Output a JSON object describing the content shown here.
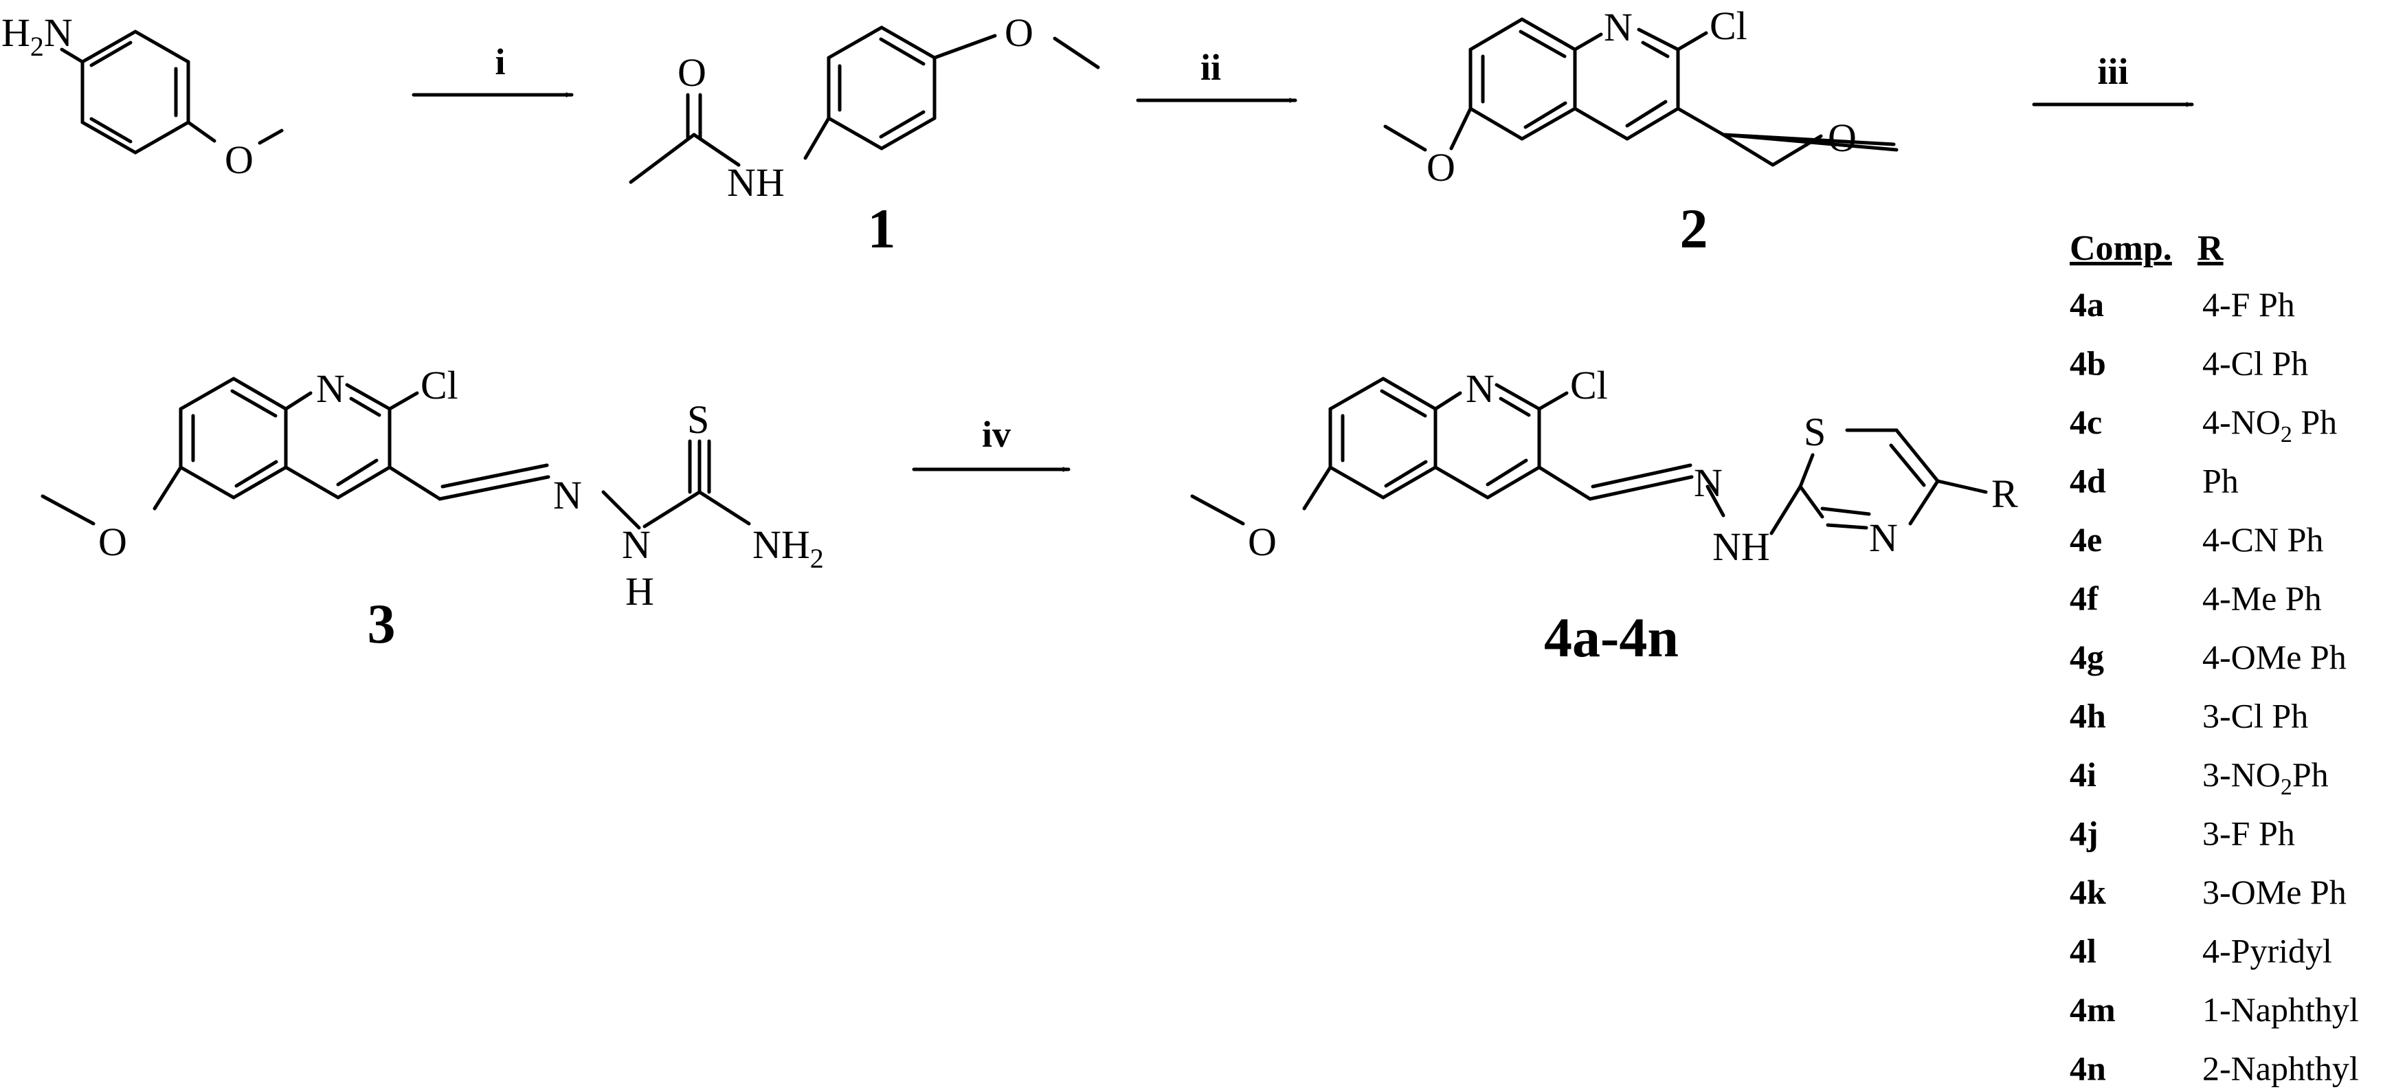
{
  "steps": {
    "s1": "i",
    "s2": "ii",
    "s3": "iii",
    "s4": "iv"
  },
  "compounds": {
    "c1": "1",
    "c2": "2",
    "c3": "3",
    "c4": "4a-4n"
  },
  "atoms": {
    "N": "N",
    "Cl": "Cl",
    "O": "O",
    "S": "S",
    "H": "H",
    "NH": "NH",
    "R": "R",
    "H2N_H": "H",
    "H2N_sub": "2",
    "H2N_N": "N",
    "NH2_N": "NH",
    "NH2_sub": "2"
  },
  "table": {
    "headers": [
      "Comp.",
      "R"
    ],
    "rows": [
      {
        "id": "4a",
        "r": "4-F Ph"
      },
      {
        "id": "4b",
        "r": "4-Cl Ph"
      },
      {
        "id": "4c",
        "r_pre": "4-NO",
        "r_sub": "2",
        "r_post": " Ph"
      },
      {
        "id": "4d",
        "r": "Ph"
      },
      {
        "id": "4e",
        "r": "4-CN Ph"
      },
      {
        "id": "4f",
        "r": "4-Me Ph"
      },
      {
        "id": "4g",
        "r": "4-OMe Ph"
      },
      {
        "id": "4h",
        "r": "3-Cl Ph"
      },
      {
        "id": "4i",
        "r_pre": "3-NO",
        "r_sub": "2",
        "r_post": "Ph"
      },
      {
        "id": "4j",
        "r": "3-F Ph"
      },
      {
        "id": "4k",
        "r": "3-OMe Ph"
      },
      {
        "id": "4l",
        "r": "4-Pyridyl"
      },
      {
        "id": "4m",
        "r": "1-Naphthyl"
      },
      {
        "id": "4n",
        "r": "2-Naphthyl"
      }
    ]
  }
}
